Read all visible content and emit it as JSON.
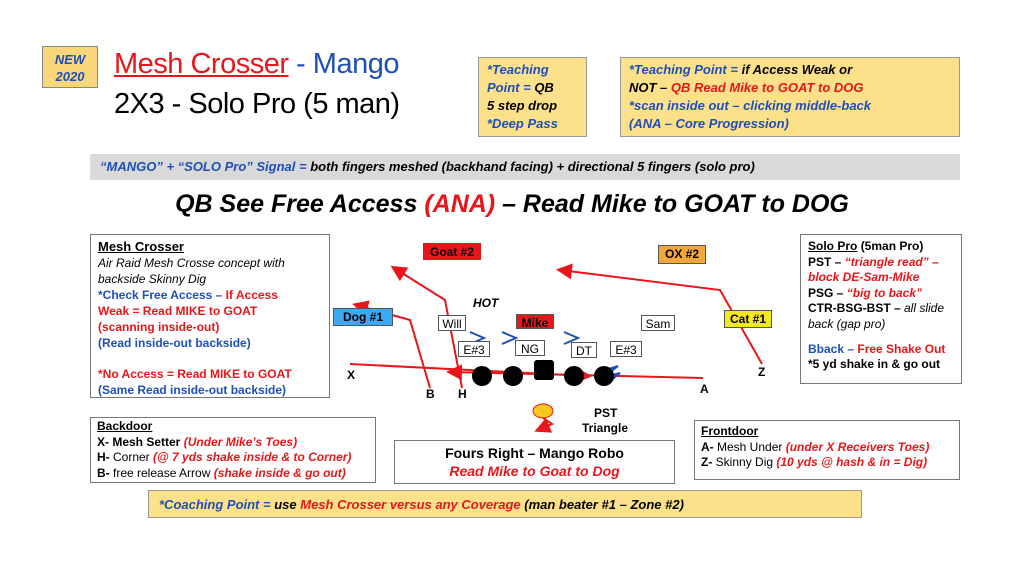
{
  "badge": {
    "line1": "NEW",
    "line2": "2020"
  },
  "title": {
    "concept": "Mesh Crosser",
    "separator": " - ",
    "call": "Mango",
    "protection": "2X3 - Solo Pro (5 man)"
  },
  "teaching_qb": {
    "line1": "*Teaching",
    "line2a": "Point = ",
    "line2b": "QB",
    "line3": "5 step drop",
    "line4": "*Deep Pass"
  },
  "teaching_access": {
    "line1a": "*Teaching Point = ",
    "line1b": "if Access Weak or",
    "line2a": "NOT – ",
    "line2b": "QB Read Mike to GOAT to DOG",
    "line3": "*scan inside out – clicking middle-back",
    "line4": "(ANA – Core Progression)"
  },
  "signal": {
    "label": "“MANGO” + “SOLO Pro” Signal = ",
    "text": "both fingers meshed (backhand facing) + directional 5 fingers (solo pro)"
  },
  "read_title": {
    "part1": "QB See Free Access ",
    "ana": "(ANA)",
    "part2": " – Read Mike to GOAT to DOG"
  },
  "mesh_box": {
    "title": "Mesh Crosser",
    "desc1": "Air Raid Mesh Crosse concept with",
    "desc2": "backside Skinny Dig",
    "check_a": "*Check Free Access – ",
    "check_b": "If Access",
    "weak": "Weak = Read MIKE to GOAT",
    "scan": "(scanning inside-out)",
    "read_back": "(Read inside-out backside)",
    "no_access": "*No Access = Read MIKE to GOAT",
    "same_read": "(Same Read inside-out backside)"
  },
  "solo_box": {
    "title": "Solo Pro",
    "title_sub": "(5man Pro)",
    "pst_a": "PST – ",
    "pst_b": "“triangle read” –",
    "pst_c": "block DE-Sam-Mike",
    "psg_a": "PSG – ",
    "psg_b": "“big to back”",
    "ctr_a": "CTR-BSG-BST – ",
    "ctr_b": "all slide",
    "ctr_c": "back (gap pro)",
    "bback_a": "Bback – ",
    "bback_b": "Free Shake Out",
    "bback_c": "*5 yd shake in & go out"
  },
  "field": {
    "goat": "Goat #2",
    "ox": "OX #2",
    "dog": "Dog #1",
    "cat": "Cat #1",
    "will": "Will",
    "mike": "Mike",
    "sam": "Sam",
    "e3_left": "E#3",
    "ng": "NG",
    "dt": "DT",
    "e3_right": "E#3",
    "hot": "HOT",
    "x": "X",
    "b": "B",
    "h": "H",
    "z": "Z",
    "a": "A",
    "pst": "PST",
    "triangle": "Triangle"
  },
  "backdoor": {
    "title": "Backdoor",
    "x_a": "X- Mesh Setter ",
    "x_b": "(Under Mike’s Toes)",
    "h_a": "H- ",
    "h_b": "Corner ",
    "h_c": "(@ 7 yds shake inside & to Corner)",
    "b_a": "B- ",
    "b_b": "free release Arrow ",
    "b_c": "(shake inside & go out)"
  },
  "fours": {
    "line1": "Fours Right – Mango Robo",
    "line2": "Read Mike to Goat to Dog"
  },
  "frontdoor": {
    "title": "Frontdoor",
    "a_a": "A- ",
    "a_b": "Mesh Under ",
    "a_c": "(under X Receivers Toes)",
    "z_a": "Z- ",
    "z_b": "Skinny Dig ",
    "z_c": "(10 yds @ hash & in = Dig)"
  },
  "coaching": {
    "a": "*Coaching Point = ",
    "b": "use ",
    "c": "Mesh Crosser versus any Coverage",
    "d": " (man beater #1 – Zone #2)"
  },
  "colors": {
    "red": "#e8161b",
    "blue": "#1f4fb8",
    "yellow": "#fde18a",
    "orange": "#f3a73a",
    "grey": "#d9d9d9"
  }
}
